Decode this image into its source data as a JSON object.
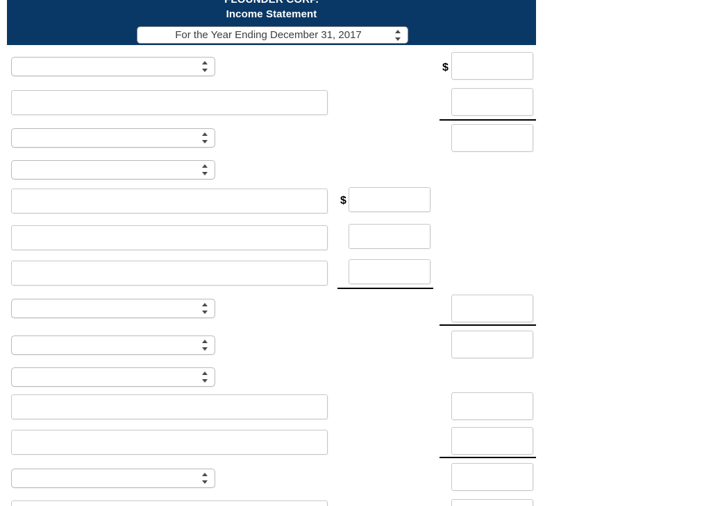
{
  "header": {
    "company": "FLOUNDER CORP.",
    "title": "Income Statement",
    "period_selected": "For the Year Ending December 31, 2017",
    "banner_color": "#0a3866",
    "text_color": "#ffffff"
  },
  "symbols": {
    "dollar": "$"
  },
  "form": {
    "placeholder": "",
    "rows": [
      {
        "id": 1,
        "left_control": "select",
        "left_value": "",
        "mid_value": null,
        "right_value": "",
        "right_dollar": true,
        "mid_dollar": false,
        "rule_after": null
      },
      {
        "id": 2,
        "left_control": "text",
        "left_value": "",
        "mid_value": null,
        "right_value": "",
        "right_dollar": false,
        "mid_dollar": false,
        "rule_after": "right"
      },
      {
        "id": 3,
        "left_control": "select",
        "left_value": "",
        "mid_value": null,
        "right_value": "",
        "right_dollar": false,
        "mid_dollar": false,
        "rule_after": null
      },
      {
        "id": 4,
        "left_control": "select",
        "left_value": "",
        "mid_value": null,
        "right_value": null,
        "right_dollar": false,
        "mid_dollar": false,
        "rule_after": null
      },
      {
        "id": 5,
        "left_control": "text",
        "left_value": "",
        "mid_value": "",
        "right_value": null,
        "right_dollar": false,
        "mid_dollar": true,
        "rule_after": null
      },
      {
        "id": 6,
        "left_control": "text",
        "left_value": "",
        "mid_value": "",
        "right_value": null,
        "right_dollar": false,
        "mid_dollar": false,
        "rule_after": null
      },
      {
        "id": 7,
        "left_control": "text",
        "left_value": "",
        "mid_value": "",
        "right_value": null,
        "right_dollar": false,
        "mid_dollar": false,
        "rule_after": "mid"
      },
      {
        "id": 8,
        "left_control": "select",
        "left_value": "",
        "mid_value": null,
        "right_value": "",
        "right_dollar": false,
        "mid_dollar": false,
        "rule_after": "right"
      },
      {
        "id": 9,
        "left_control": "select",
        "left_value": "",
        "mid_value": null,
        "right_value": "",
        "right_dollar": false,
        "mid_dollar": false,
        "rule_after": null
      },
      {
        "id": 10,
        "left_control": "select",
        "left_value": "",
        "mid_value": null,
        "right_value": null,
        "right_dollar": false,
        "mid_dollar": false,
        "rule_after": null
      },
      {
        "id": 11,
        "left_control": "text",
        "left_value": "",
        "mid_value": null,
        "right_value": "",
        "right_dollar": false,
        "mid_dollar": false,
        "rule_after": null
      },
      {
        "id": 12,
        "left_control": "text",
        "left_value": "",
        "mid_value": null,
        "right_value": "",
        "right_dollar": false,
        "mid_dollar": false,
        "rule_after": "right"
      },
      {
        "id": 13,
        "left_control": "select",
        "left_value": "",
        "mid_value": null,
        "right_value": "",
        "right_dollar": false,
        "mid_dollar": false,
        "rule_after": null
      },
      {
        "id": 14,
        "left_control": "text",
        "left_value": "",
        "mid_value": null,
        "right_value": "",
        "right_dollar": false,
        "mid_dollar": false,
        "rule_after": null
      }
    ]
  }
}
